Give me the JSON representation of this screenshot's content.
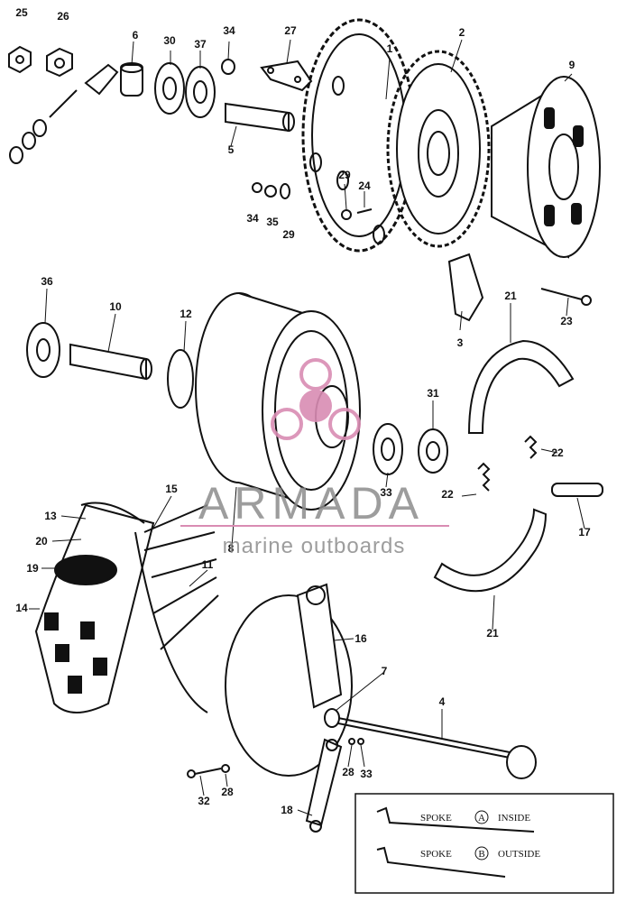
{
  "callouts": [
    "25",
    "26",
    "6",
    "30",
    "37",
    "34",
    "27",
    "1",
    "2",
    "9",
    "5",
    "34",
    "35",
    "29",
    "29",
    "24",
    "3",
    "23",
    "21",
    "36",
    "10",
    "12",
    "31",
    "33",
    "22",
    "22",
    "17",
    "8",
    "13",
    "15",
    "20",
    "19",
    "14",
    "11",
    "21",
    "16",
    "7",
    "4",
    "28",
    "33",
    "32",
    "28",
    "18"
  ],
  "watermark": {
    "title": "ARMADA",
    "subtitle": "marine outboards",
    "logo_color": "#d98cb3",
    "text_color": "#8c8c8c"
  },
  "legend": {
    "row_a": {
      "word": "SPOKE",
      "letter": "A",
      "position": "INSIDE"
    },
    "row_b": {
      "word": "SPOKE",
      "letter": "B",
      "position": "OUTSIDE"
    }
  }
}
